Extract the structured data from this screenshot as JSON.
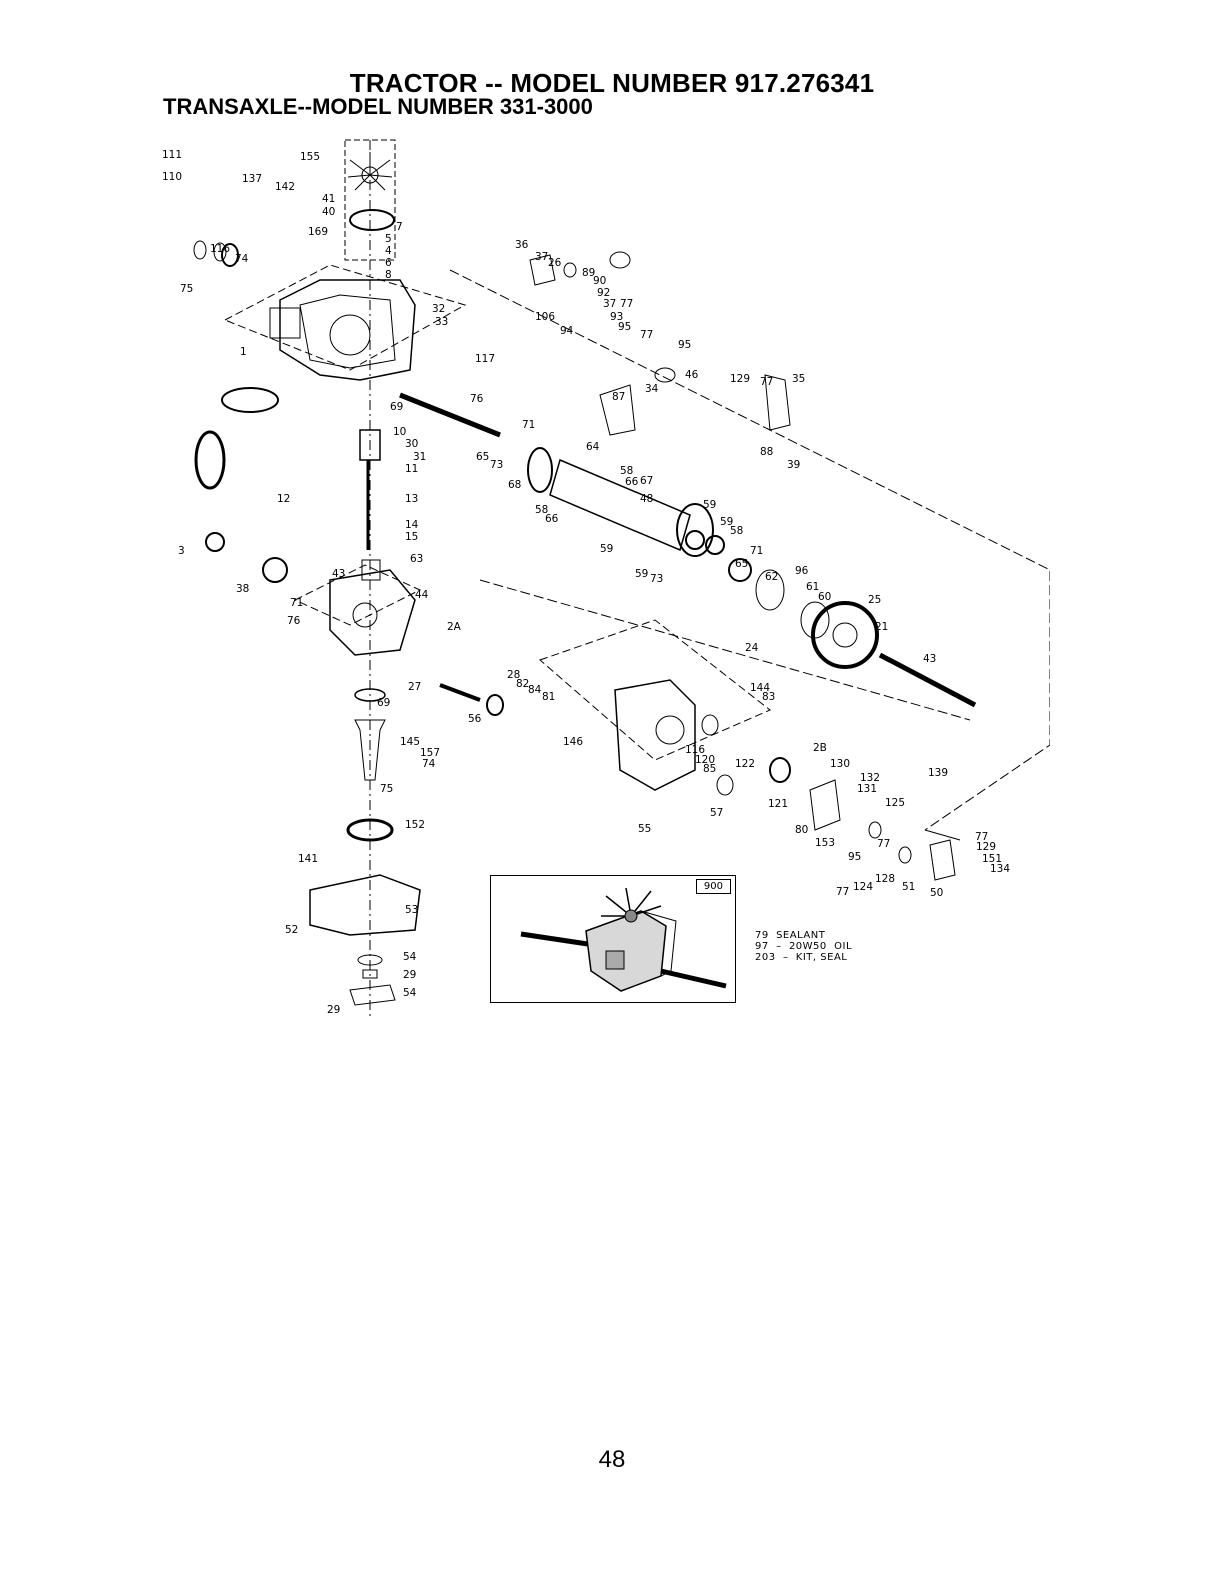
{
  "page": {
    "title": "TRACTOR -- MODEL NUMBER 917.276341",
    "subtitle": "TRANSAXLE--MODEL NUMBER 331-3000",
    "page_number": "48"
  },
  "inset": {
    "ref": "900"
  },
  "notes": [
    "79  SEALANT",
    "97  –  20W50  OIL",
    "203  –  KIT, SEAL"
  ],
  "callouts": [
    "111",
    "110",
    "137",
    "142",
    "155",
    "41",
    "40",
    "169",
    "7",
    "5",
    "4",
    "6",
    "8",
    "116",
    "74",
    "75",
    "1",
    "32",
    "33",
    "36",
    "37",
    "26",
    "89",
    "90",
    "92",
    "37",
    "77",
    "106",
    "93",
    "95",
    "94",
    "77",
    "95",
    "117",
    "46",
    "34",
    "87",
    "129",
    "77",
    "35",
    "69",
    "76",
    "10",
    "30",
    "31",
    "11",
    "71",
    "65",
    "73",
    "64",
    "68",
    "58",
    "66",
    "67",
    "48",
    "88",
    "39",
    "12",
    "13",
    "14",
    "15",
    "63",
    "59",
    "59",
    "58",
    "58",
    "66",
    "59",
    "59",
    "73",
    "65",
    "71",
    "62",
    "96",
    "61",
    "60",
    "25",
    "21",
    "43",
    "3",
    "38",
    "43",
    "44",
    "71",
    "76",
    "2A",
    "24",
    "27",
    "28",
    "82",
    "84",
    "81",
    "144",
    "83",
    "69",
    "56",
    "146",
    "145",
    "157",
    "74",
    "75",
    "116",
    "120",
    "85",
    "122",
    "2B",
    "130",
    "139",
    "132",
    "131",
    "125",
    "121",
    "80",
    "153",
    "55",
    "57",
    "152",
    "141",
    "77",
    "129",
    "151",
    "134",
    "95",
    "77",
    "77",
    "124",
    "128",
    "51",
    "50",
    "53",
    "52",
    "54",
    "29"
  ]
}
